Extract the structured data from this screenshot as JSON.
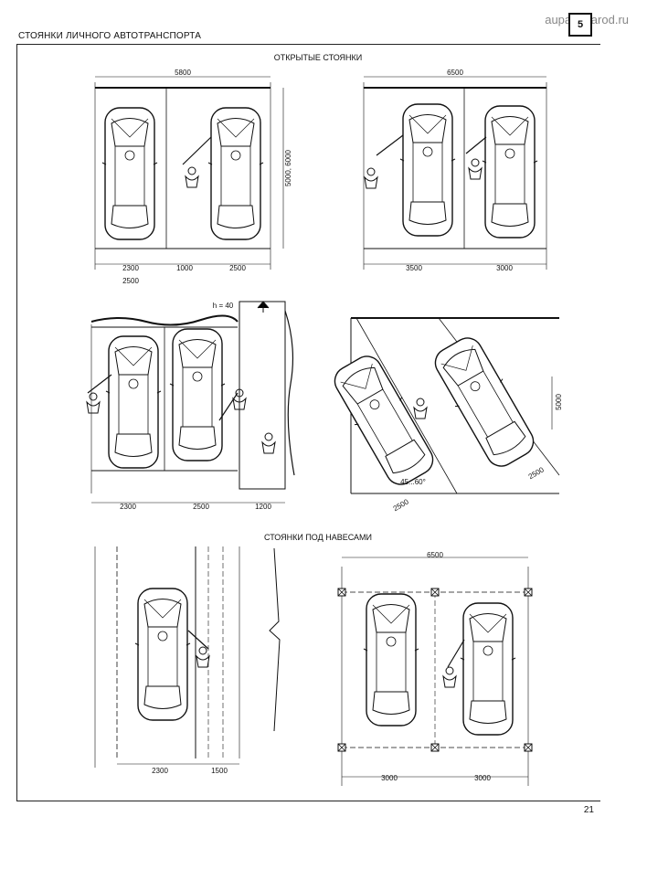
{
  "header": {
    "title": "СТОЯНКИ ЛИЧНОГО АВТОТРАНСПОРТА",
    "site": "aupam.narod.ru",
    "logo": "5"
  },
  "sections": {
    "open": "ОТКРЫТЫЕ СТОЯНКИ",
    "covered": "СТОЯНКИ ПОД НАВЕСАМИ"
  },
  "dims": {
    "d1_total": "5800",
    "d1_a": "2300",
    "d1_b": "1000",
    "d1_c": "2500",
    "d1_d": "2500",
    "d1_h": "5000, 6000",
    "d2_total": "6500",
    "d2_a": "3500",
    "d2_b": "3000",
    "d3_h": "h = 40",
    "d3_a": "2300",
    "d3_b": "2500",
    "d3_c": "1200",
    "d4_a": "2500",
    "d4_b": "2500",
    "d4_c": "5000",
    "d4_d": "45...60°",
    "d5_a": "2300",
    "d5_b": "1500",
    "d6_total": "6500",
    "d6_a": "3000",
    "d6_b": "3000"
  },
  "page_number": "21"
}
